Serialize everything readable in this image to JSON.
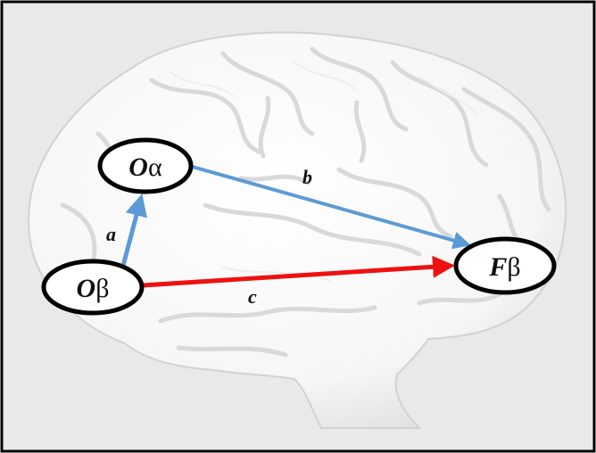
{
  "colors": {
    "frame": "#000000",
    "background": "#e9e9e9",
    "brain_fill": "#fbfbfb",
    "brain_shadow": "#d7d7d7",
    "node_fill": "#ffffff",
    "node_stroke": "#000000",
    "edge_blue": "#5b9bd5",
    "edge_red": "#ee1111"
  },
  "nodes": {
    "oalpha": {
      "letter": "O",
      "symbol": "α"
    },
    "obeta": {
      "letter": "O",
      "symbol": "β"
    },
    "fbeta": {
      "letter": "F",
      "symbol": "β"
    }
  },
  "edges": {
    "a": {
      "label": "a",
      "from": "Oβ",
      "to": "Oα",
      "color": "blue"
    },
    "b": {
      "label": "b",
      "from": "Oα",
      "to": "Fβ",
      "color": "blue"
    },
    "c": {
      "label": "c",
      "from": "Oβ",
      "to": "Fβ",
      "color": "red"
    }
  }
}
